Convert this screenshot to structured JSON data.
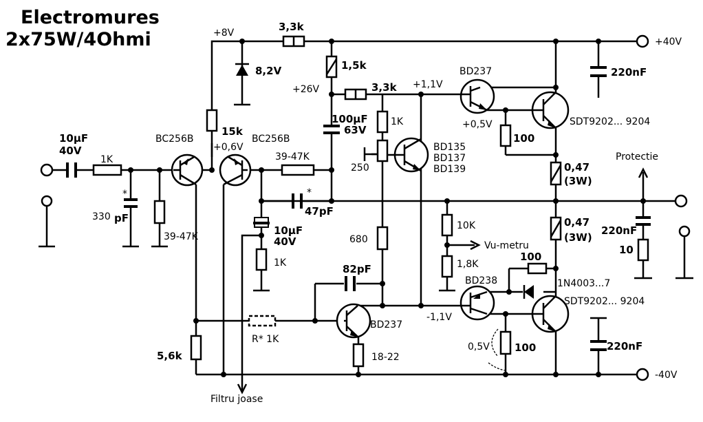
{
  "title": {
    "line1": "Electromures",
    "line2": "2x75W/4Ohmi"
  },
  "labels": {
    "v8": "+8V",
    "r33k_top": "3,3k",
    "v40p": "+40V",
    "z82": "8,2V",
    "r15k": "1,5k",
    "v26": "+26V",
    "r33k_mid": "3,3k",
    "v11p": "+1,1V",
    "bd237_top": "BD237",
    "c220_top": "220nF",
    "r15k_left": "15k",
    "v06": "+0,6V",
    "bc256_l": "BC256B",
    "bc256_r": "BC256B",
    "c100u": "100μF",
    "c63v": "63V",
    "r1k_vbe": "1K",
    "v05p": "+0,5V",
    "r100_top": "100",
    "sdt_top": "SDT9202... 9204",
    "cin1": "10μF",
    "cin2": "40V",
    "r1k_in": "1K",
    "r3947_a": "39-47K",
    "bd135": "BD135",
    "bd137": "BD137",
    "bd139": "BD139",
    "p250": "250",
    "protectie": "Protectie",
    "r047a1": "0,47",
    "r047a2": "(3W)",
    "star1": "*",
    "star2": "*",
    "c47p": "47pF",
    "c330p1": "330",
    "c330p2": "pF",
    "r047b1": "0,47",
    "r047b2": "(3W)",
    "c220_zob": "220nF",
    "r10_zob": "10",
    "cfb1": "10μF",
    "cfb2": "40V",
    "r3947_b": "39-47K",
    "r680": "680",
    "r10k": "10K",
    "vu": "Vu-metru",
    "r1k_fb": "1K",
    "r18k": "1,8K",
    "r100_mid": "100",
    "c82p": "82pF",
    "bd238": "BD238",
    "diode": "1N4003...7",
    "sdt_bot": "SDT9202... 9204",
    "v11n": "-1,1V",
    "bd237_bot": "BD237",
    "rstar": "R* 1K",
    "r56k": "5,6k",
    "v05n": "0,5V",
    "r100_bot": "100",
    "c220_bot": "220nF",
    "r1822": "18-22",
    "v40n": "-40V",
    "filtru": "Filtru joase"
  }
}
